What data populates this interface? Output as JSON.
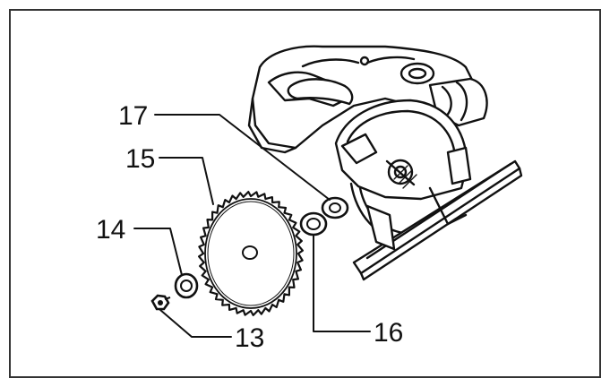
{
  "diagram": {
    "callouts": [
      {
        "id": "part-13",
        "label": "13"
      },
      {
        "id": "part-14",
        "label": "14"
      },
      {
        "id": "part-15",
        "label": "15"
      },
      {
        "id": "part-16",
        "label": "16"
      },
      {
        "id": "part-17",
        "label": "17"
      }
    ]
  },
  "colors": {
    "ink": "#111111",
    "background": "#ffffff",
    "frame": "#333333"
  }
}
